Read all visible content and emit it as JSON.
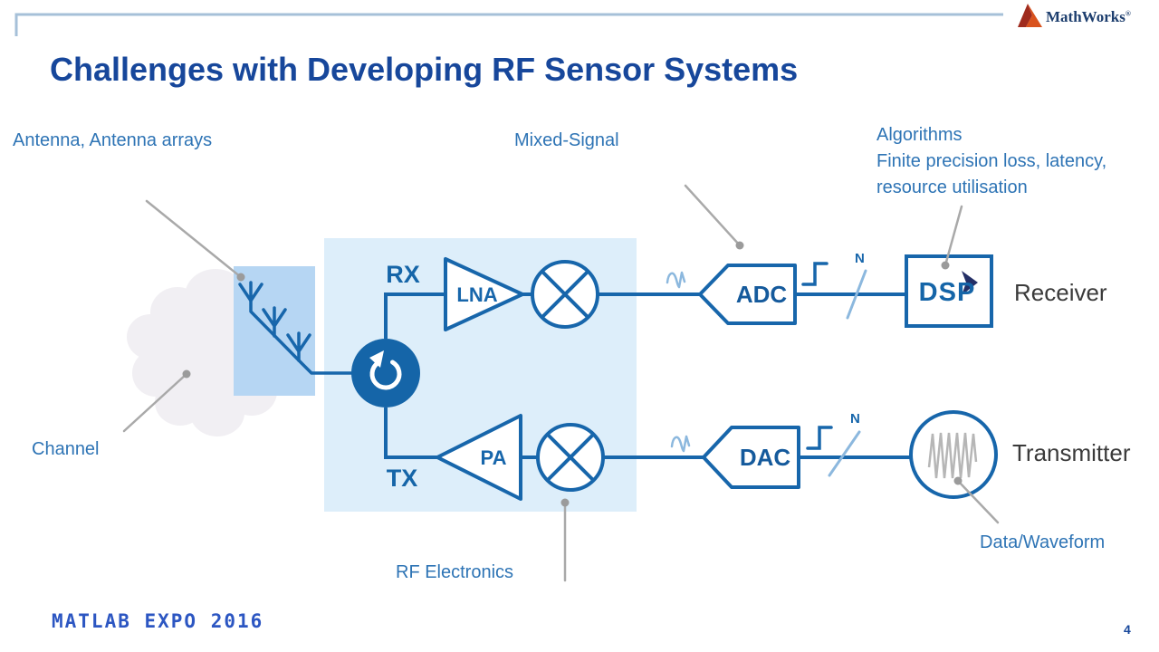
{
  "slide": {
    "title": "Challenges with Developing RF Sensor Systems",
    "footer": "MATLAB EXPO 2016",
    "page_number": "4",
    "brand": "MathWorks",
    "brand_reg": "®"
  },
  "annotations": {
    "antenna": "Antenna, Antenna arrays",
    "mixed_signal": "Mixed-Signal",
    "algorithms_line1": "Algorithms",
    "algorithms_line2": "Finite precision loss, latency,",
    "algorithms_line3": "resource utilisation",
    "channel": "Channel",
    "rf_electronics": "RF Electronics",
    "data_waveform": "Data/Waveform"
  },
  "blocks": {
    "rx": "RX",
    "tx": "TX",
    "lna": "LNA",
    "pa": "PA",
    "adc": "ADC",
    "dac": "DAC",
    "dsp": "DSP",
    "bus_width_rx": "N",
    "bus_width_tx": "N",
    "receiver": "Receiver",
    "transmitter": "Transmitter"
  },
  "colors": {
    "diagram_blue": "#1766ab",
    "circulator_fill": "#1565a8",
    "title_blue": "#17479b",
    "label_blue": "#2e74b5",
    "rf_region_fill": "#ddeefa",
    "antenna_box_fill": "#b6d6f3",
    "cloud_fill": "#f1eff3",
    "annotation_gray": "#a9a9a9",
    "icon_light_blue": "#8cb8de",
    "dark_text": "#3a3a3a",
    "footer_blue": "#2c56c2",
    "logo_red": "#9f2b1e",
    "logo_orange": "#d9531e"
  }
}
